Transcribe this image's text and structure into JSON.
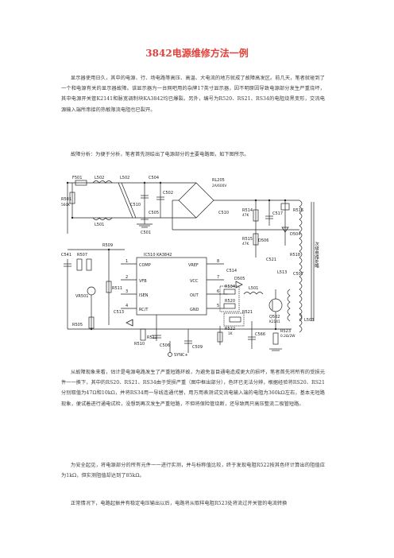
{
  "title": "3842电源维修方法一例",
  "paragraphs": {
    "p1": "显示器使用日久，其中的电源、行、场电路等高压、高温、大电流的地方就成了故障高发区。前几天，笔者就碰到了一个和电源有关的显示器故障。该显示器为一台网吧用的杂牌17英寸显示器，因不明原因导致电源部分发生严重烧坏，其中电源开关管K2141和脉宽调制块KA3842均已爆裂。另外，编号为R520、RS21、RS34的电阻烧黑变形，交流电源输入端所串接的热敏限流电阻也已裂开。",
    "p2": "故障分析：为便于分析，笔者首先测绘出了电源部分的主要电路图，如下图所示。",
    "p3": "从故障现象来看，估计是电源电路发生了严重短路环故，为避免盲目通电造成更大的损坏，笔者首先将所有的受损元件一一换下，其中的RS20、RS21、RS34由于受损严重（图中框出部分），色环已无法分辨，根据经验将RS20、RS21分别取值为47Ω和10kΩ，并将RS34用一导线连通代替，用万用表测试交流电输入端的电阻为360kΩ左右，基本无短路现象，便试着进行通电试检，没想到再次发生严重短路，不但将保险管烧断，还导致两只高压整流二极管短路。",
    "p4": "为安全起见，将电源部分的所有元件一一进行实测，并与标称值比较，终于发现电阻R522按其色环计算出的阻值应为1kΩ，但实测阻值却达到了85kΩ。",
    "p5": "正常情况下，电路起振并有稳定电压输出以后，电路将从取样电阻R523处将流过开关管的电流转换"
  },
  "circuit": {
    "fuse": "F501",
    "r_input": "R501",
    "r_input_val": "560K",
    "choke1": "L502",
    "choke2": "L501",
    "choke3": "L502",
    "cap_c504": "C504",
    "cap_c510": "C510",
    "cap_c502": "C502",
    "cap_c505": "C505",
    "cap_c501": "C501",
    "bridge": "RL205",
    "bridge_val": "2A/600V",
    "cap_c510b": "C510",
    "r514": "R514",
    "r514_val": "47K",
    "r516": "R516",
    "c517": "C517",
    "r515": "R515",
    "r515_val": "47K",
    "d504": "D504",
    "d506": "D506",
    "c521": "C521",
    "r518": "R518",
    "l513": "L513",
    "c507": "C507",
    "sec_label": "次级电路处略",
    "c541": "C541",
    "r507": "R507",
    "r509": "R509",
    "ic_name": "IC510 KA3842",
    "pin1": "COMP",
    "pin2": "VFB",
    "pin3": "ISEN",
    "pin4": "RC/T",
    "pin5": "GND",
    "pin6": "OUT",
    "pin7": "VCC",
    "pin8": "VREF",
    "n1": "1",
    "n2": "2",
    "n3": "3",
    "n4": "4",
    "n5": "5",
    "n6": "6",
    "n7": "7",
    "n8": "8",
    "c514": "C514",
    "vr501": "VR501",
    "r508": "R508",
    "r511": "R511",
    "c513": "C513",
    "r534": "R534",
    "r520": "R520",
    "d505": "D505",
    "l501": "L501",
    "q502": "Q502",
    "q502_val": "K2141",
    "r521": "R521",
    "r522": "R522",
    "r522_val": "1K",
    "r505": "R505",
    "r512": "R512",
    "r510": "R510",
    "c506": "C506",
    "c509": "C509",
    "c566": "C566",
    "r523": "R523",
    "r523_val": "0.2Ω/2W",
    "l503": "L503",
    "sync": "SYNC+"
  }
}
